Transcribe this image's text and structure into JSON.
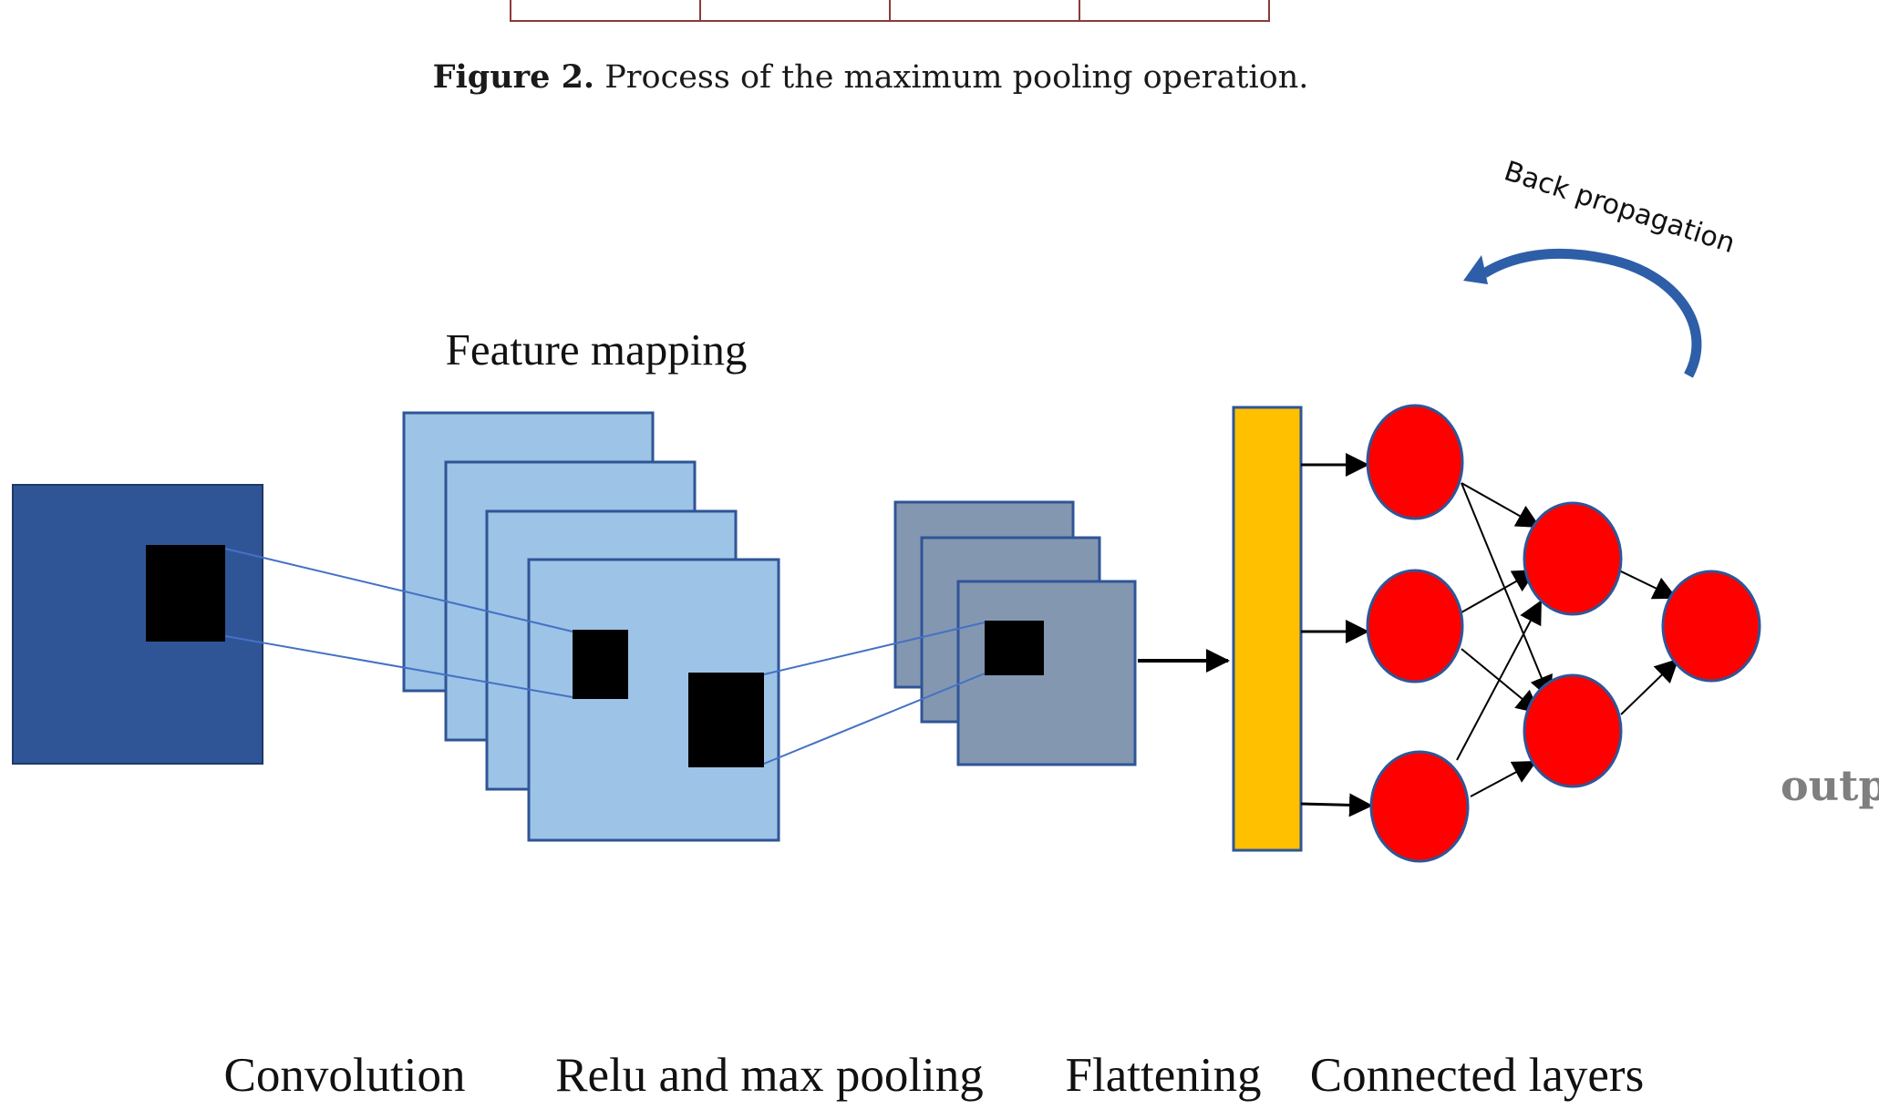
{
  "top_fragment": {
    "text": ""
  },
  "caption": {
    "label": "Figure 2.",
    "text": "Process of the maximum pooling operation."
  },
  "diagram": {
    "feature_mapping_label": "Feature mapping",
    "back_propagation_label": "Back propagation",
    "output_label": "outp",
    "stage_labels": {
      "convolution": "Convolution",
      "relu_pooling": "Relu and max pooling",
      "flattening": "Flattening",
      "connected_layers": "Connected layers"
    },
    "colors": {
      "input_map": "#2f5597",
      "feature_maps": "#9dc3e6",
      "pooled_maps": "#8497b0",
      "flatten_bar": "#ffc000",
      "neurons": "#ff0000",
      "neuron_stroke": "#2f5597",
      "back_arrow": "#2e5ea8",
      "kernel": "#000000"
    }
  }
}
